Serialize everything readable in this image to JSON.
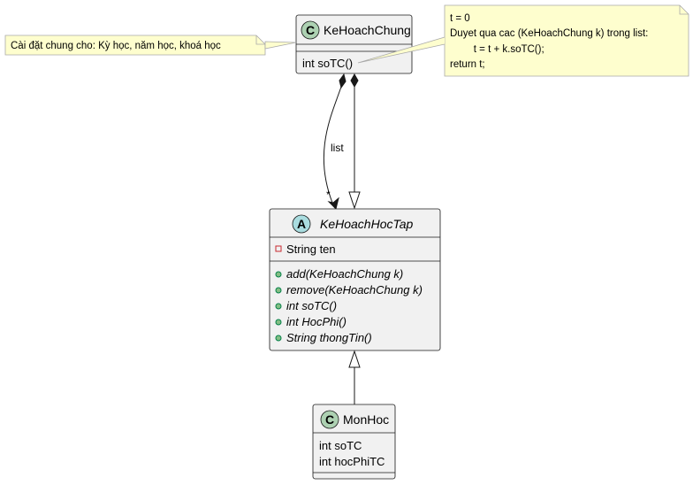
{
  "classes": {
    "kehoachchung": {
      "stereotype_mark": "C",
      "name": "KeHoachChung",
      "methods": [
        "int soTC()"
      ]
    },
    "kehoachhoctap": {
      "stereotype_mark": "A",
      "name": "KeHoachHocTap",
      "fields": [
        "String ten"
      ],
      "methods": [
        "add(KeHoachChung k)",
        "remove(KeHoachChung k)",
        "int soTC()",
        "int HocPhi()",
        "String thongTin()"
      ]
    },
    "monhoc": {
      "stereotype_mark": "C",
      "name": "MonHoc",
      "fields": [
        "int soTC",
        "int hocPhiTC"
      ]
    }
  },
  "notes": {
    "class_note": "Cài đặt chung cho: Kỳ học, năm học, khoá học",
    "method_note": [
      "t = 0",
      "Duyet qua cac (KeHoachChung k) trong list:",
      "    t = t + k.soTC();",
      "return t;"
    ]
  },
  "relations": {
    "composition_label": "list",
    "composition_multiplicity": "*"
  },
  "colors": {
    "class_fill": "#f1f1f1",
    "border": "#181818",
    "note_fill": "#fefece",
    "note_border": "#a9a9a9",
    "class_circle": "#add1b2",
    "abstract_circle": "#a9dcdf"
  }
}
